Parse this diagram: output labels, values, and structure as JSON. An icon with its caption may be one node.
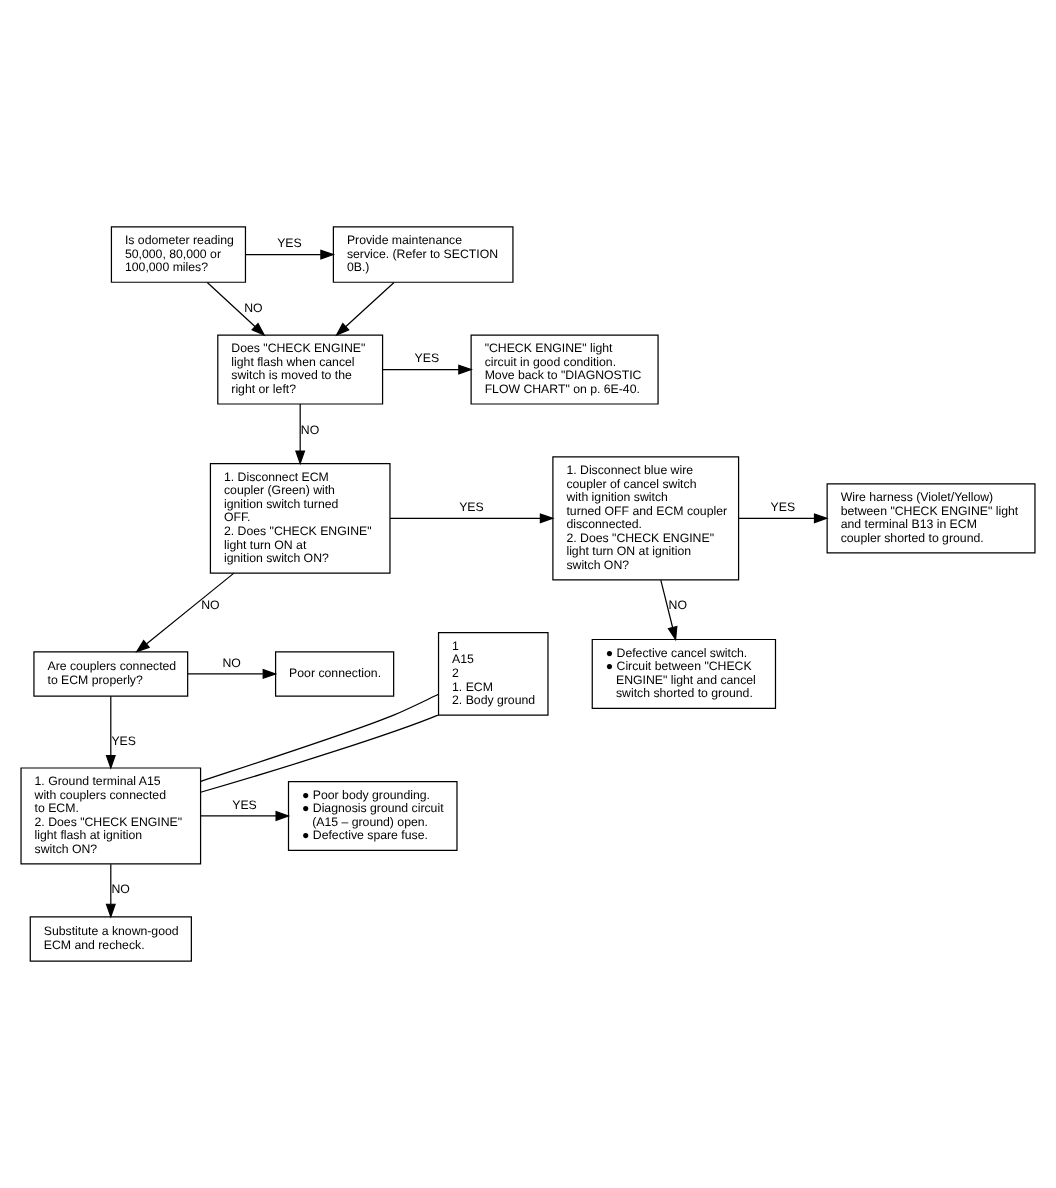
{
  "diagram": {
    "nodes": [
      {
        "text": [
          "Is odometer reading 50,000, 80,000 or 100,000 miles?"
        ]
      },
      {
        "text": [
          "Provide maintenance service. (Refer to SECTION 0B.)"
        ]
      },
      {
        "text": [
          "Does \"CHECK ENGINE\" light flash when cancel switch is moved to the right or left?"
        ]
      },
      {
        "text": [
          "\"CHECK ENGINE\" light circuit in good condition.",
          "Move back to \"DIAGNOSTIC FLOW CHART\" on p. 6E-40."
        ]
      },
      {
        "text": [
          "1. Disconnect ECM coupler (Green) with ignition switch turned OFF.",
          "2. Does \"CHECK ENGINE\" light turn ON at ignition switch ON?"
        ]
      },
      {
        "text": [
          "1. Disconnect blue wire coupler of cancel switch with ignition switch turned OFF and ECM coupler disconnected.",
          "2. Does \"CHECK ENGINE\" light turn ON at ignition switch ON?"
        ]
      },
      {
        "text": [
          "Wire harness (Violet/Yellow) between \"CHECK ENGINE\" light and terminal B13 in ECM coupler shorted to ground."
        ]
      },
      {
        "text": [
          "● Defective cancel switch.",
          "● Circuit between \"CHECK ENGINE\" light and cancel switch shorted to ground."
        ]
      },
      {
        "text": [
          "Are couplers connected to ECM properly?"
        ]
      },
      {
        "text": [
          "Poor connection."
        ]
      },
      {
        "text": [
          "1. Ground terminal A15 with couplers connected to ECM.",
          "2. Does \"CHECK ENGINE\" light flash at ignition switch ON?"
        ]
      },
      {
        "text": [
          "● Poor body grounding.",
          "● Diagnosis ground circuit (A15 – ground) open.",
          "● Defective spare fuse."
        ]
      },
      {
        "text": [
          "Substitute a known-good ECM and recheck."
        ]
      },
      {
        "text": [
          "1",
          "A15",
          "2",
          "1. ECM",
          "2. Body ground"
        ]
      }
    ],
    "edges": [
      {
        "from": 0,
        "to": 1,
        "arrow": "to",
        "label": "YES"
      },
      {
        "from": 0,
        "to": 2,
        "arrow": "to",
        "label": "NO"
      },
      {
        "from": 1,
        "to": 2,
        "arrow": "to"
      },
      {
        "from": 2,
        "to": 3,
        "arrow": "to",
        "label": "YES"
      },
      {
        "from": 2,
        "to": 4,
        "arrow": "to",
        "label": "NO"
      },
      {
        "from": 4,
        "to": 5,
        "arrow": "to",
        "label": "YES"
      },
      {
        "from": 5,
        "to": 6,
        "arrow": "to",
        "label": "YES"
      },
      {
        "from": 5,
        "to": 7,
        "arrow": "to",
        "label": "NO"
      },
      {
        "from": 4,
        "to": 8,
        "arrow": "to",
        "label": "NO"
      },
      {
        "from": 8,
        "to": 9,
        "arrow": "to",
        "label": "NO"
      },
      {
        "from": 8,
        "to": 10,
        "arrow": "to",
        "label": "YES"
      },
      {
        "from": 10,
        "to": 11,
        "arrow": "to",
        "label": "YES"
      },
      {
        "from": 10,
        "to": 12,
        "arrow": "to",
        "label": "NO"
      },
      {
        "from": 10,
        "to": 13,
        "arrow": "none"
      },
      {
        "from": 10,
        "to": 13,
        "arrow": "none"
      }
    ]
  }
}
